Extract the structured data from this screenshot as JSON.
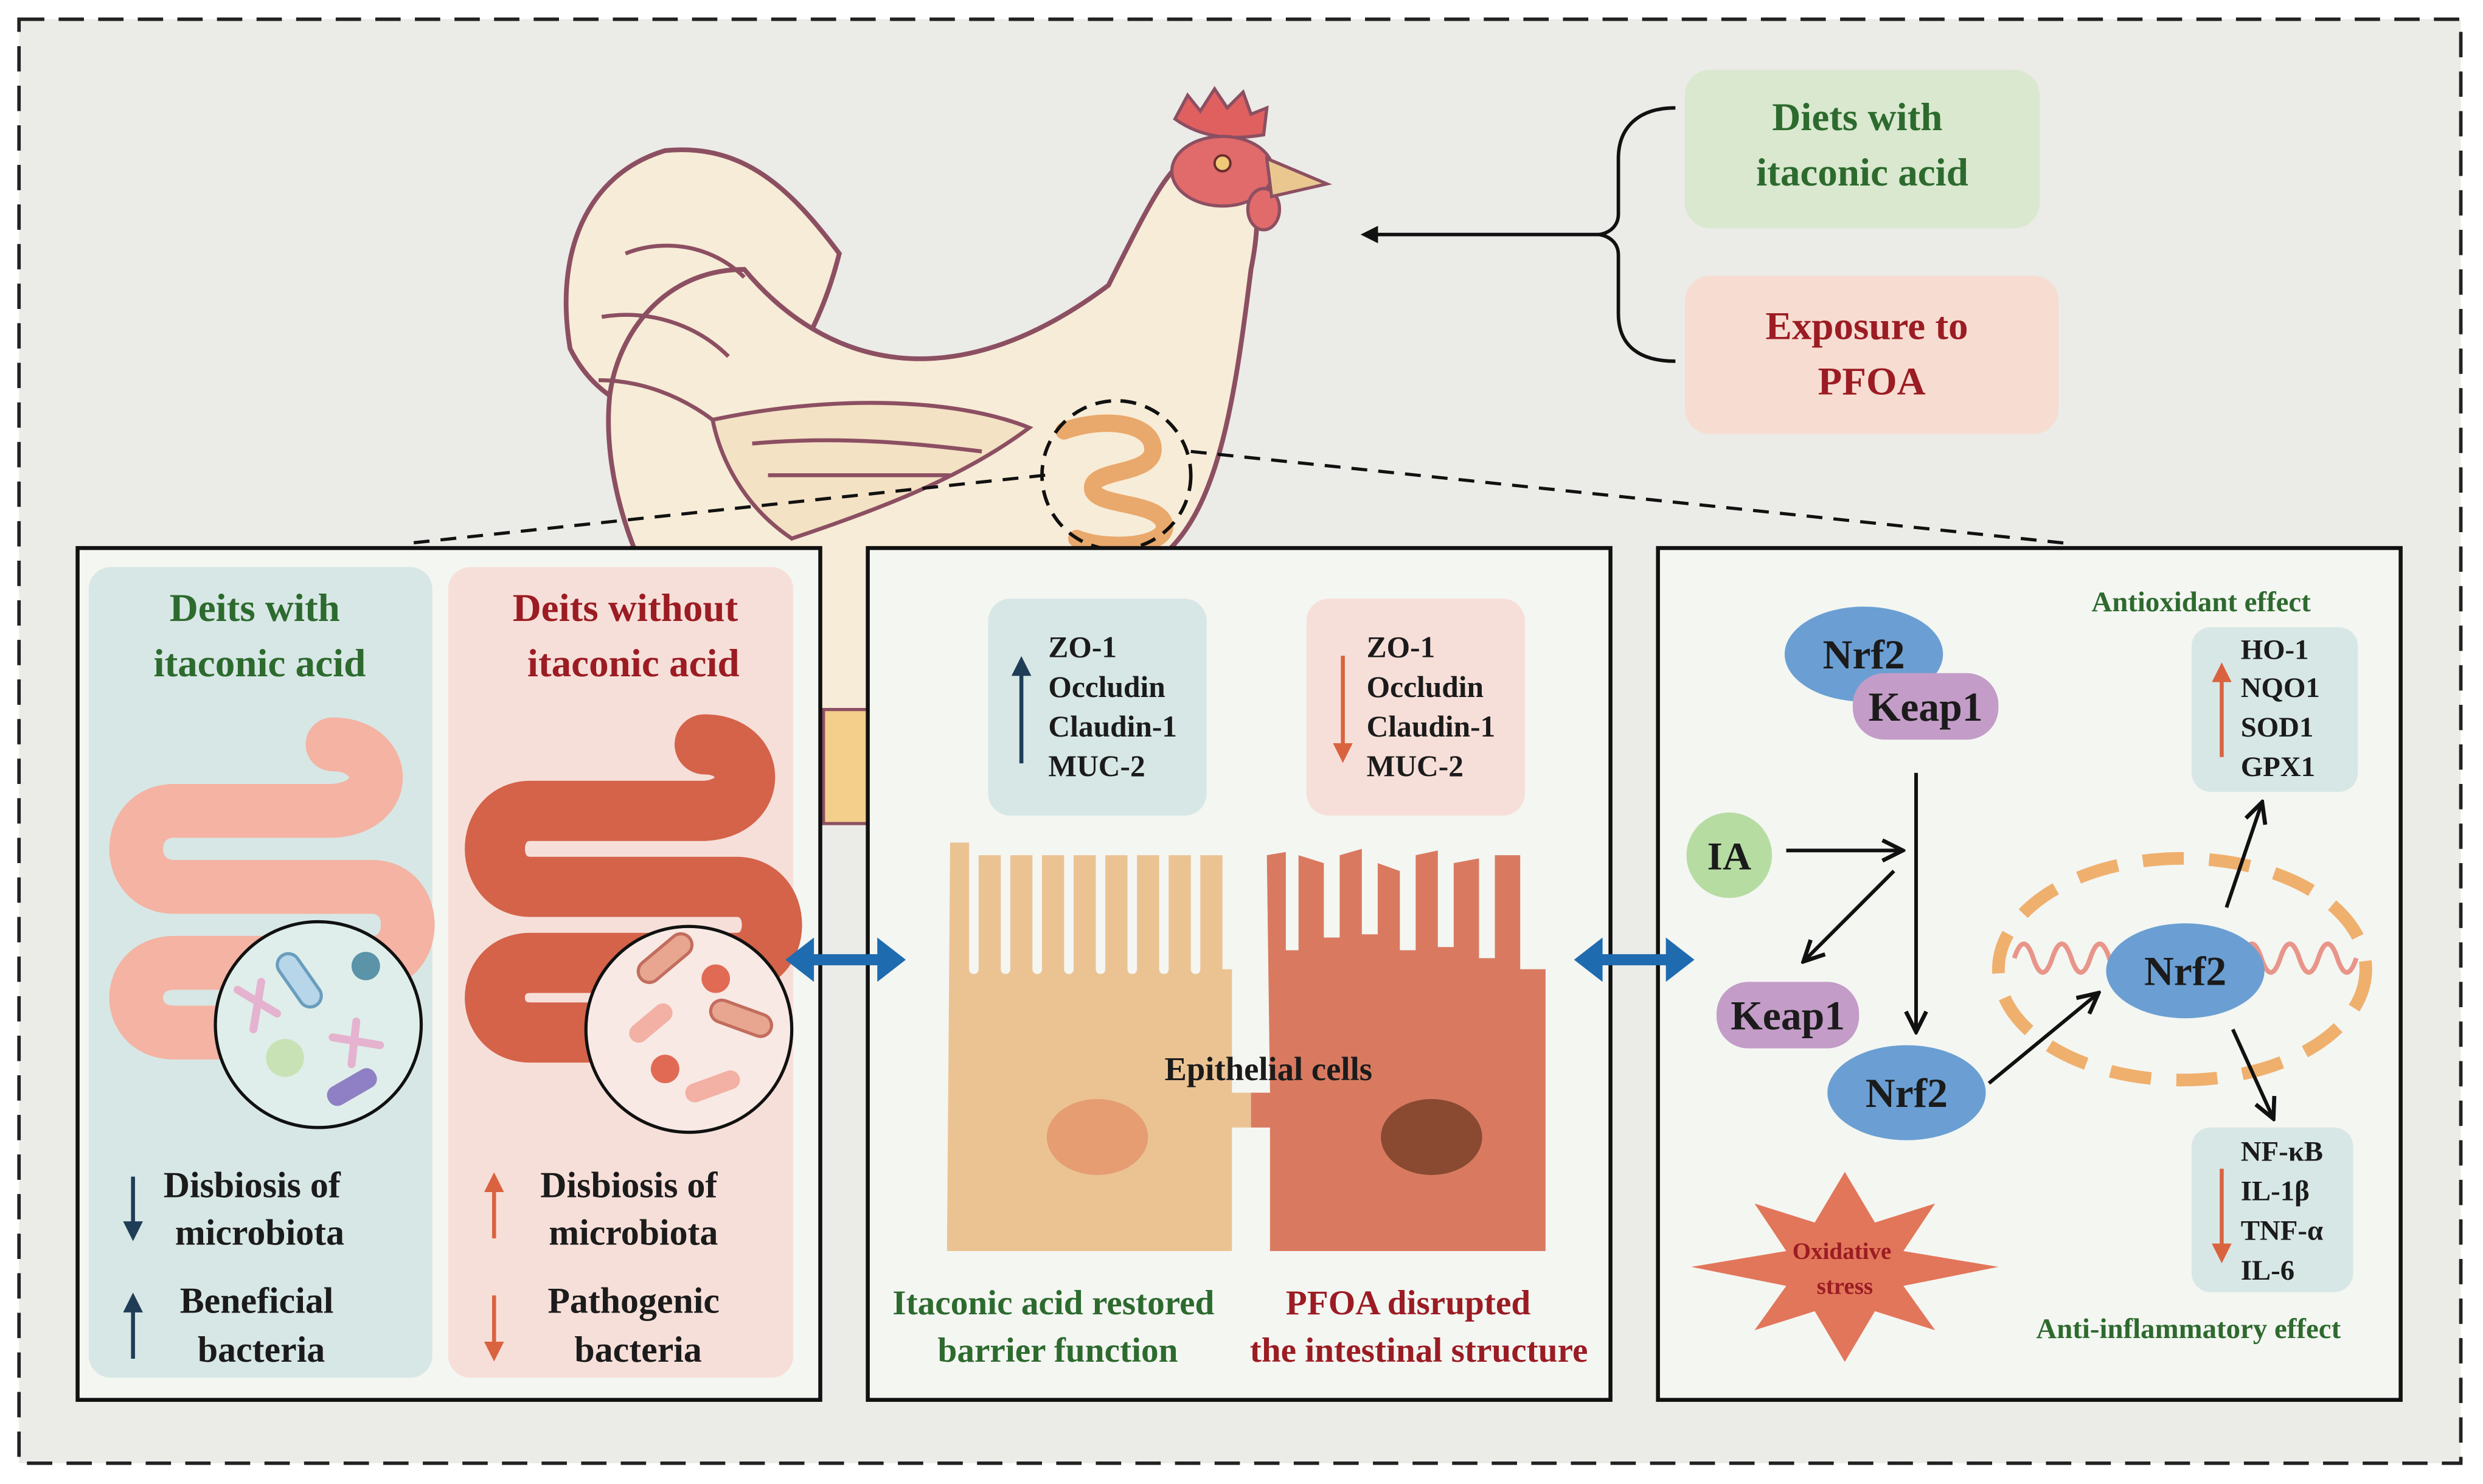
{
  "inputs": {
    "diet_label": "Diets with itaconic acid",
    "diet_lines": [
      "Diets with",
      "itaconic acid"
    ],
    "exposure_lines": [
      "Exposure to",
      "PFOA"
    ]
  },
  "panel_left": {
    "with_ia_title": [
      "Deits with",
      "itaconic acid"
    ],
    "without_ia_title": [
      "Deits without",
      "itaconic acid"
    ],
    "with_ia_effects": [
      {
        "direction": "down",
        "lines": [
          "Disbiosis of",
          "microbiota"
        ]
      },
      {
        "direction": "up",
        "lines": [
          "Beneficial",
          "bacteria"
        ]
      }
    ],
    "without_ia_effects": [
      {
        "direction": "up",
        "lines": [
          "Disbiosis of",
          "microbiota"
        ]
      },
      {
        "direction": "down",
        "lines": [
          "Pathogenic",
          "bacteria"
        ]
      }
    ]
  },
  "panel_middle": {
    "up_markers": [
      "ZO-1",
      "Occludin",
      "Claudin-1",
      "MUC-2"
    ],
    "down_markers": [
      "ZO-1",
      "Occludin",
      "Claudin-1",
      "MUC-2"
    ],
    "cells_label": "Epithelial cells",
    "ia_caption": [
      "Itaconic acid restored",
      "barrier function"
    ],
    "pfoa_caption": [
      "PFOA  disrupted",
      "the intestinal structure"
    ]
  },
  "panel_right": {
    "complex_nrf2": "Nrf2",
    "complex_keap1": "Keap1",
    "ia_label": "IA",
    "released_keap1": "Keap1",
    "free_nrf2": "Nrf2",
    "nuclear_nrf2": "Nrf2",
    "antioxidant_title": "Antioxidant effect",
    "antioxidant_genes": [
      "HO-1",
      "NQO1",
      "SOD1",
      "GPX1"
    ],
    "inflammatory_title": "Anti-inflammatory effect",
    "inflammatory_genes": [
      "NF-κB",
      "IL-1β",
      "TNF-α",
      "IL-6"
    ],
    "stress_lines": [
      "Oxidative",
      "stress"
    ]
  },
  "colors": {
    "green_text": "#2d6a2e",
    "red_text": "#9b1c23",
    "navy_arrow": "#1f3d57",
    "orange_arrow": "#d9633f",
    "blue_protein": "#6b9fd3",
    "purple_protein": "#c39cc8",
    "double_arrow": "#1e6bb0"
  }
}
